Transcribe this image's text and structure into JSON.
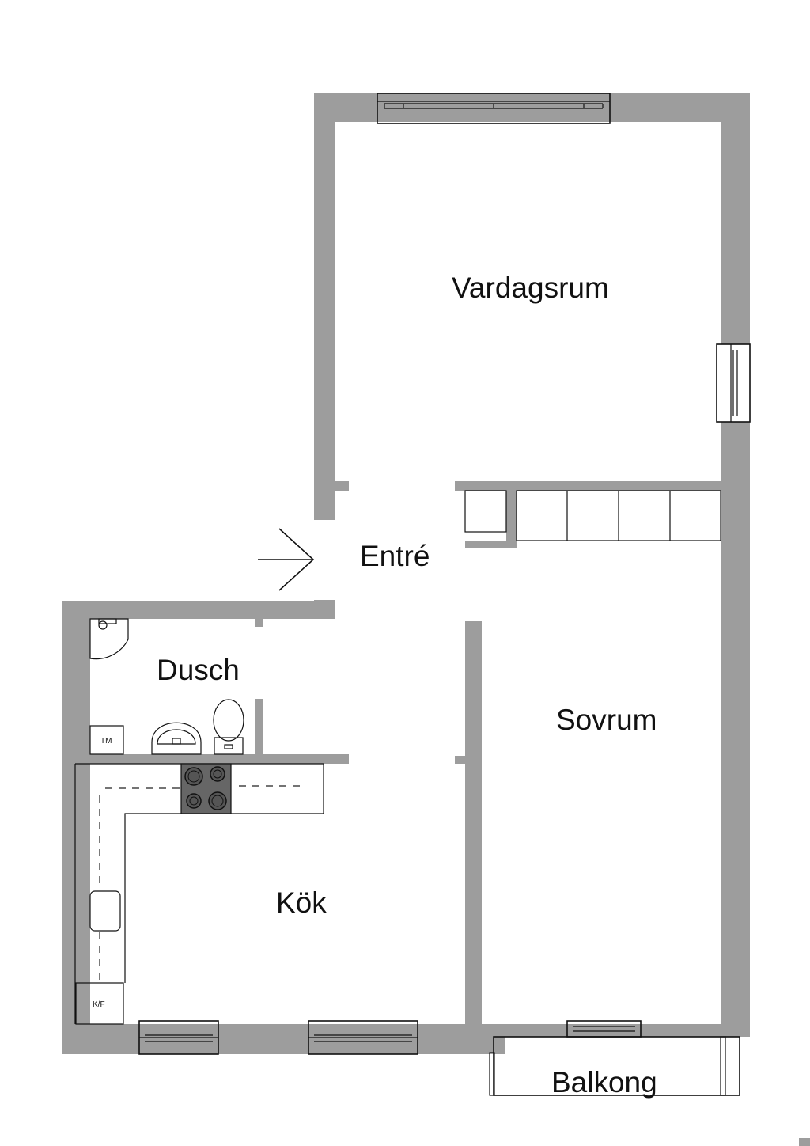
{
  "rooms": {
    "vardagsrum": "Vardagsrum",
    "entre": "Entré",
    "dusch": "Dusch",
    "sovrum": "Sovrum",
    "kok": "Kök",
    "balkong": "Balkong"
  },
  "appliances": {
    "tm": "TM",
    "kf": "K/F"
  },
  "colors": {
    "wall": "#9d9d9d",
    "line": "#111111",
    "background": "#ffffff"
  },
  "icons": [
    "entrance-arrow-icon",
    "stove-icon",
    "sink-icon",
    "toilet-icon",
    "shower-icon"
  ]
}
